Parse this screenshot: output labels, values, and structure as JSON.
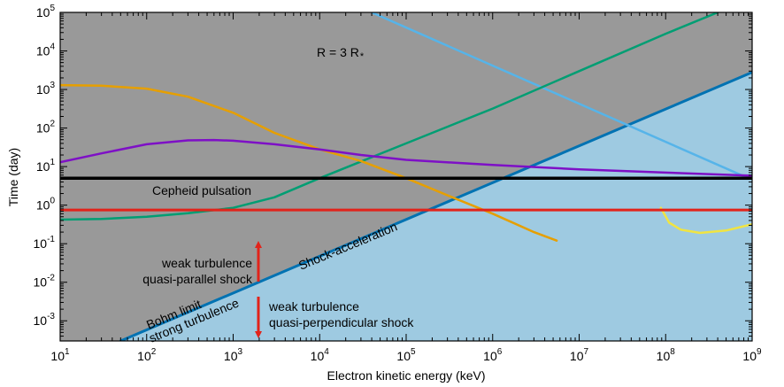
{
  "chart_data": {
    "type": "line",
    "xlabel": "Electron kinetic energy (keV)",
    "ylabel": "Time (day)",
    "xscale": "log",
    "yscale": "log",
    "xlim": [
      10,
      1000000000
    ],
    "ylim": [
      0.0003,
      100000
    ],
    "x_ticks": [
      {
        "value": 10,
        "base": "10",
        "exp": "1"
      },
      {
        "value": 100,
        "base": "10",
        "exp": "2"
      },
      {
        "value": 1000,
        "base": "10",
        "exp": "3"
      },
      {
        "value": 10000,
        "base": "10",
        "exp": "4"
      },
      {
        "value": 100000,
        "base": "10",
        "exp": "5"
      },
      {
        "value": 1000000,
        "base": "10",
        "exp": "6"
      },
      {
        "value": 10000000,
        "base": "10",
        "exp": "7"
      },
      {
        "value": 100000000,
        "base": "10",
        "exp": "8"
      },
      {
        "value": 1000000000,
        "base": "10",
        "exp": "9"
      }
    ],
    "y_ticks": [
      {
        "value": 0.001,
        "base": "10",
        "exp": "-3"
      },
      {
        "value": 0.01,
        "base": "10",
        "exp": "-2"
      },
      {
        "value": 0.1,
        "base": "10",
        "exp": "-1"
      },
      {
        "value": 1,
        "base": "10",
        "exp": "0"
      },
      {
        "value": 10,
        "base": "10",
        "exp": "1"
      },
      {
        "value": 100,
        "base": "10",
        "exp": "2"
      },
      {
        "value": 1000,
        "base": "10",
        "exp": "3"
      },
      {
        "value": 10000,
        "base": "10",
        "exp": "4"
      },
      {
        "value": 100000,
        "base": "10",
        "exp": "5"
      }
    ],
    "region_top_fill": "#999999",
    "region_bottom_fill": "#9ecae1",
    "series": [
      {
        "color": "#0072b2",
        "width": 3,
        "points": [
          [
            50,
            0.0003
          ],
          [
            1000000000,
            2800
          ]
        ]
      },
      {
        "color": "#56b4e9",
        "width": 2.5,
        "points": [
          [
            40000,
            100000
          ],
          [
            900000000,
            5
          ]
        ]
      },
      {
        "color": "#009e73",
        "width": 2.5,
        "points": [
          [
            10,
            0.42
          ],
          [
            30,
            0.44
          ],
          [
            100,
            0.5
          ],
          [
            300,
            0.62
          ],
          [
            1000,
            0.85
          ],
          [
            3000,
            1.6
          ],
          [
            10000,
            5
          ],
          [
            100000,
            40
          ],
          [
            1000000,
            320
          ],
          [
            10000000,
            3000
          ],
          [
            100000000,
            28000
          ],
          [
            400000000,
            100000
          ]
        ]
      },
      {
        "color": "#e69f00",
        "width": 2.5,
        "points": [
          [
            10,
            1300
          ],
          [
            30,
            1250
          ],
          [
            100,
            1050
          ],
          [
            300,
            650
          ],
          [
            1000,
            250
          ],
          [
            3000,
            75
          ],
          [
            10000,
            28
          ],
          [
            30000,
            14
          ],
          [
            100000,
            5
          ],
          [
            300000,
            1.8
          ],
          [
            1000000,
            0.6
          ],
          [
            3000000,
            0.2
          ],
          [
            5500000,
            0.12
          ]
        ]
      },
      {
        "color": "#7e10c6",
        "width": 2.5,
        "points": [
          [
            10,
            13
          ],
          [
            30,
            22
          ],
          [
            100,
            38
          ],
          [
            300,
            48
          ],
          [
            600,
            49
          ],
          [
            1000,
            47
          ],
          [
            3000,
            38
          ],
          [
            10000,
            28
          ],
          [
            30000,
            20
          ],
          [
            100000,
            15
          ],
          [
            1000000,
            11
          ],
          [
            10000000,
            8.5
          ],
          [
            100000000,
            7
          ],
          [
            1000000000,
            5.8
          ]
        ]
      },
      {
        "color": "#f0e442",
        "width": 2.5,
        "points": [
          [
            88000000,
            0.85
          ],
          [
            110000000,
            0.35
          ],
          [
            150000000,
            0.23
          ],
          [
            250000000,
            0.19
          ],
          [
            500000000,
            0.22
          ],
          [
            1000000000,
            0.32
          ]
        ]
      },
      {
        "color": "#000000",
        "width": 3.5,
        "points": [
          [
            10,
            5
          ],
          [
            1000000000,
            5
          ]
        ]
      },
      {
        "color": "#e2231a",
        "width": 3,
        "points": [
          [
            10,
            0.75
          ],
          [
            1000000000,
            0.75
          ]
        ]
      }
    ],
    "annotations": {
      "radius_label": "R = 3 R",
      "radius_sub": "*",
      "cepheid": "Cepheid pulsation",
      "shock": "Shock-acceleration",
      "bohm": "Bohm limit",
      "strong": "strong turbulence",
      "par_line1": "weak turbulence",
      "par_line2": "quasi-parallel shock",
      "perp_line1": "weak turbulence",
      "perp_line2": "quasi-perpendicular shock"
    }
  }
}
